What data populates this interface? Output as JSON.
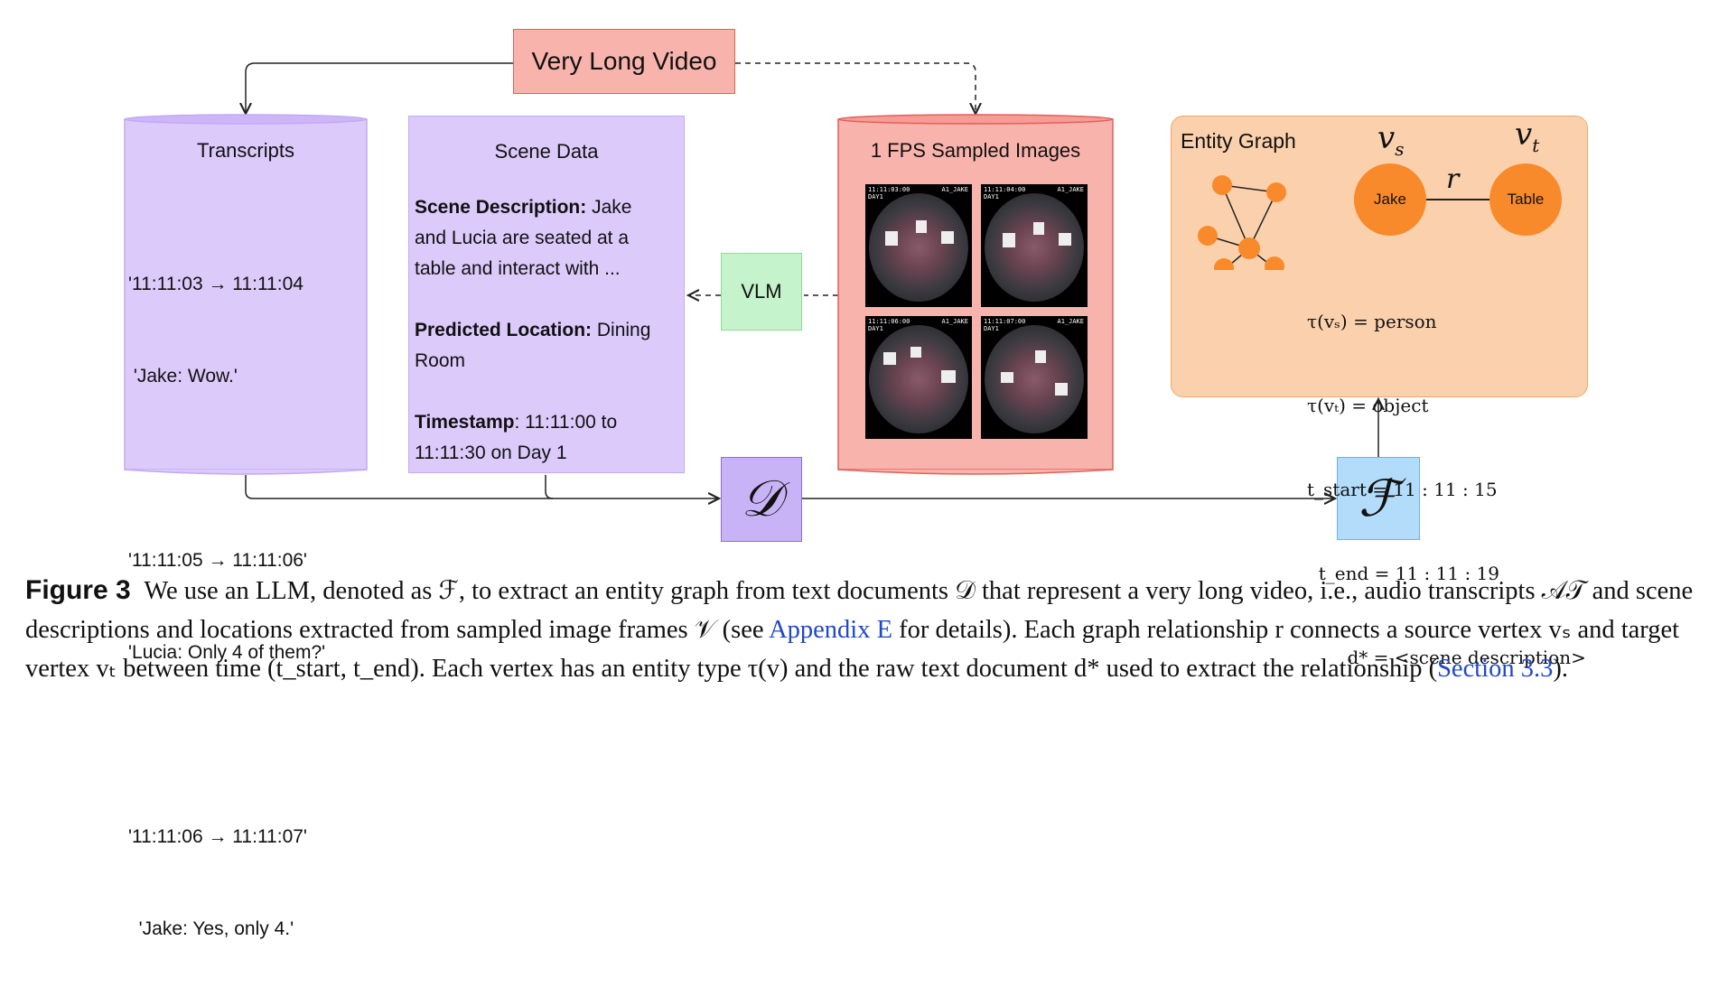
{
  "video": {
    "label": "Very Long Video"
  },
  "transcripts": {
    "title": "Transcripts",
    "lines": [
      "'11:11:03 → 11:11:04",
      " 'Jake: Wow.'",
      "",
      "'11:11:05 → 11:11:06'",
      "'Lucia: Only 4 of them?'",
      "",
      "'11:11:06 → 11:11:07'",
      "  'Jake: Yes, only 4.'"
    ]
  },
  "scene": {
    "title": "Scene Data",
    "description_label": "Scene Description:",
    "description_text": " Jake and Lucia are seated at a table and interact with ...",
    "location_label": "Predicted Location:",
    "location_text": " Dining Room",
    "timestamp_label": "Timestamp",
    "timestamp_text": ": 11:11:00 to 11:11:30 on Day 1"
  },
  "images": {
    "title": "1 FPS Sampled Images",
    "frames": [
      {
        "stamp": "11:11:03:00\nDAY1",
        "tag": "A1_JAKE"
      },
      {
        "stamp": "11:11:04:00\nDAY1",
        "tag": "A1_JAKE"
      },
      {
        "stamp": "11:11:06:00\nDAY1",
        "tag": "A1_JAKE"
      },
      {
        "stamp": "11:11:07:00\nDAY1",
        "tag": "A1_JAKE"
      }
    ]
  },
  "vlm": {
    "label": "VLM"
  },
  "documents": {
    "symbol": "𝒟"
  },
  "llm": {
    "symbol": "ℱ"
  },
  "entity_graph": {
    "title": "Entity Graph",
    "vs_label": "v",
    "vs_sub": "s",
    "vt_label": "v",
    "vt_sub": "t",
    "r_label": "r",
    "source_node": "Jake",
    "target_node": "Table",
    "equations": [
      "τ(vₛ) = person",
      "τ(vₜ) = object",
      "t_start = 11 : 11 : 15",
      "  t_end = 11 : 11 : 19",
      "       d* = <scene description>"
    ]
  },
  "caption": {
    "figure_label": "Figure 3",
    "text_before_link1": "We use an LLM, denoted as ℱ, to extract an entity graph from text documents 𝒟 that represent a very long video, i.e., audio transcripts 𝒜𝒯 and scene descriptions and locations extracted from sampled image frames 𝒱 (see ",
    "link1": "Appendix E",
    "text_between": " for details). Each graph relationship r connects a source vertex vₛ and target vertex vₜ between time (t_start, t_end). Each vertex has an entity type τ(v) and the raw text document d* used to extract the relationship (",
    "link2": "Section 3.3",
    "text_after": ")."
  },
  "colors": {
    "video_fill": "#f9b3ad",
    "transcript_fill": "#dccafb",
    "vlm_fill": "#c5f3cb",
    "documents_fill": "#c8b3f6",
    "llm_fill": "#b3dcfb",
    "entity_fill": "#fbd1ad",
    "node_fill": "#f98a2c",
    "link_color": "#1f48c8"
  }
}
